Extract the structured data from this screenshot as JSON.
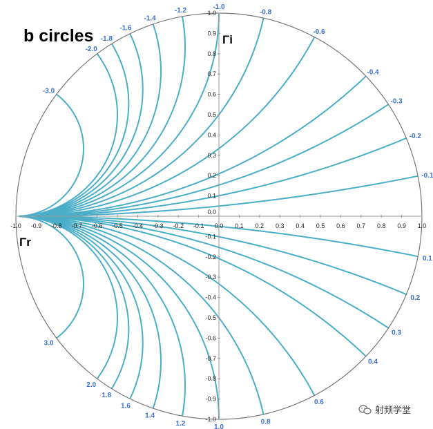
{
  "chart_data": {
    "type": "line",
    "title": "b circles",
    "xlabel": "Γr",
    "ylabel": "Γi",
    "xlim": [
      -1.0,
      1.0
    ],
    "ylim": [
      -1.0,
      1.0
    ],
    "x_ticks": [
      "-1.0",
      "-0.9",
      "-0.8",
      "-0.7",
      "-0.6",
      "-0.5",
      "-0.4",
      "-0.3",
      "-0.2",
      "-0.1",
      "0.0",
      "0.1",
      "0.2",
      "0.3",
      "0.4",
      "0.5",
      "0.6",
      "0.7",
      "0.8",
      "0.9",
      "1.0"
    ],
    "y_ticks": [
      "1.0",
      "0.9",
      "0.8",
      "0.7",
      "0.6",
      "0.5",
      "0.4",
      "0.3",
      "0.2",
      "0.1",
      "0.0",
      "-0.1",
      "-0.2",
      "-0.3",
      "-0.4",
      "-0.5",
      "-0.6",
      "-0.7",
      "-0.8",
      "-0.9",
      "-1.0"
    ],
    "boundary": "unit circle",
    "series": [
      {
        "name": "-3.0",
        "b": -3.0
      },
      {
        "name": "-2.0",
        "b": -2.0
      },
      {
        "name": "-1.8",
        "b": -1.8
      },
      {
        "name": "-1.6",
        "b": -1.6
      },
      {
        "name": "-1.4",
        "b": -1.4
      },
      {
        "name": "-1.2",
        "b": -1.2
      },
      {
        "name": "-1.0",
        "b": -1.0
      },
      {
        "name": "-0.8",
        "b": -0.8
      },
      {
        "name": "-0.6",
        "b": -0.6
      },
      {
        "name": "-0.4",
        "b": -0.4
      },
      {
        "name": "-0.3",
        "b": -0.3
      },
      {
        "name": "-0.2",
        "b": -0.2
      },
      {
        "name": "-0.1",
        "b": -0.1
      },
      {
        "name": "0.1",
        "b": 0.1
      },
      {
        "name": "0.2",
        "b": 0.2
      },
      {
        "name": "0.3",
        "b": 0.3
      },
      {
        "name": "0.4",
        "b": 0.4
      },
      {
        "name": "0.6",
        "b": 0.6
      },
      {
        "name": "0.8",
        "b": 0.8
      },
      {
        "name": "1.0",
        "b": 1.0
      },
      {
        "name": "1.2",
        "b": 1.2
      },
      {
        "name": "1.4",
        "b": 1.4
      },
      {
        "name": "1.6",
        "b": 1.6
      },
      {
        "name": "1.8",
        "b": 1.8
      },
      {
        "name": "2.0",
        "b": 2.0
      },
      {
        "name": "3.0",
        "b": 3.0
      }
    ],
    "colors": {
      "curve": "#4aaec9",
      "label": "#3a6fd0",
      "axis": "#999999",
      "boundary": "#777777"
    }
  },
  "watermark": {
    "text": "射频学堂",
    "icon": "wechat-icon"
  }
}
